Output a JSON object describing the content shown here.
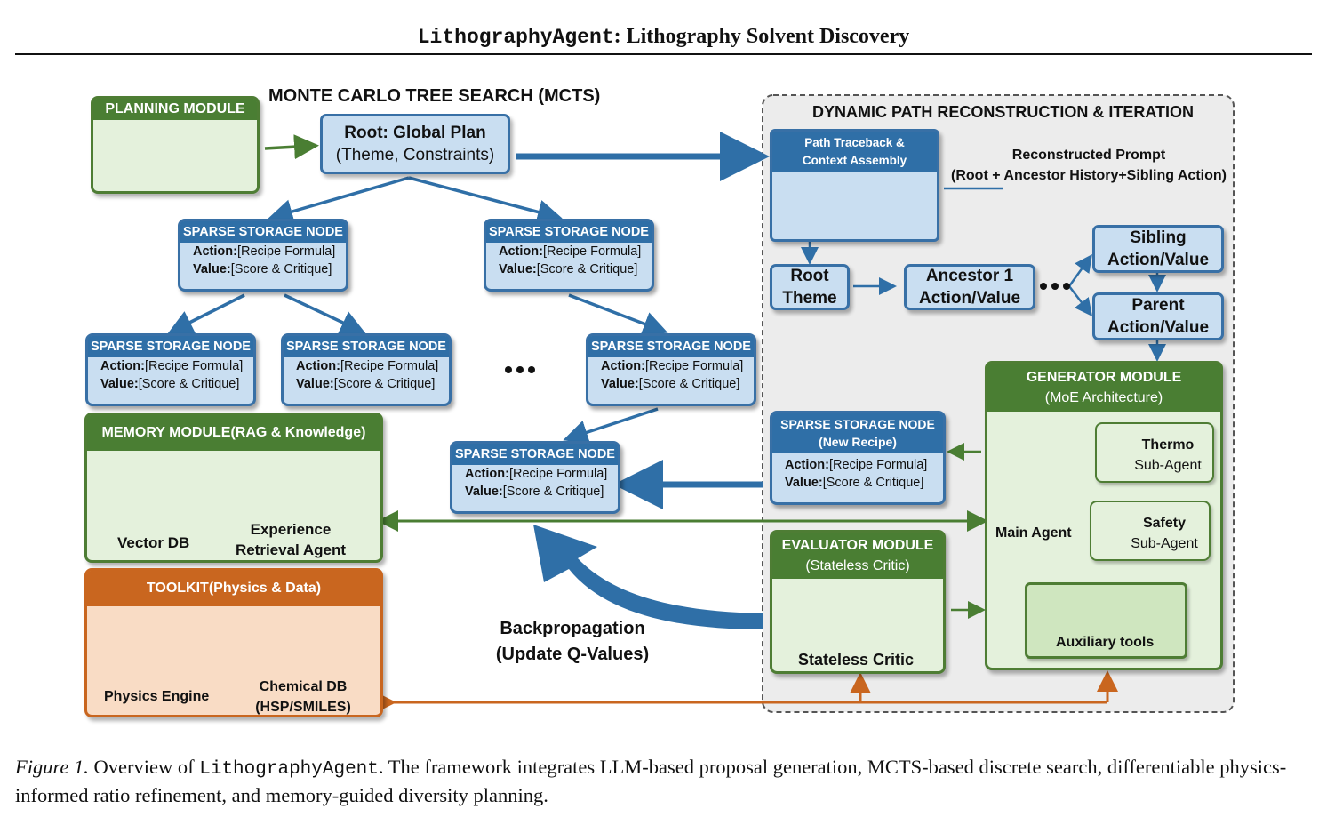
{
  "header": {
    "title_mono": "LithographyAgent",
    "title_rest": ": Lithography Solvent Discovery"
  },
  "planning": {
    "title": "PLANNING MODULE"
  },
  "mcts": {
    "title": "MONTE CARLO TREE SEARCH (MCTS)",
    "root_line1": "Root: Global Plan",
    "root_line2": "(Theme, Constraints)",
    "ellipsis": "•••",
    "backprop_line1": "Backpropagation",
    "backprop_line2": "(Update Q-Values)"
  },
  "sparse_node": {
    "title": "SPARSE STORAGE NODE",
    "action_key": "Action:",
    "action_val": "[Recipe Formula]",
    "value_key": "Value:",
    "value_val": "[Score & Critique]"
  },
  "memory": {
    "title": "MEMORY MODULE(RAG & Knowledge)",
    "vector_db": "Vector DB",
    "agent_line1": "Experience",
    "agent_line2": "Retrieval Agent"
  },
  "toolkit": {
    "title": "TOOLKIT(Physics & Data)",
    "physics": "Physics Engine",
    "chem_line1": "Chemical DB",
    "chem_line2": "(HSP/SMILES)"
  },
  "dynamic": {
    "title": "DYNAMIC PATH RECONSTRUCTION & ITERATION",
    "trace_line1": "Path Traceback &",
    "trace_line2": "Context Assembly",
    "prompt_line1": "Reconstructed Prompt",
    "prompt_line2": "(Root + Ancestor History+Sibling Action)",
    "root_line1": "Root",
    "root_line2": "Theme",
    "ancestor_line1": "Ancestor 1",
    "ancestor_line2": "Action/Value",
    "ellipsis": "•••",
    "sibling_line1": "Sibling",
    "sibling_line2": "Action/Value",
    "parent_line1": "Parent",
    "parent_line2": "Action/Value",
    "new_title1": "SPARSE STORAGE NODE",
    "new_title2": "(New Recipe)"
  },
  "generator": {
    "title": "GENERATOR MODULE",
    "subtitle": "(MoE Architecture)",
    "main_agent": "Main Agent",
    "thermo_line1": "Thermo",
    "thermo_line2": "Sub-Agent",
    "safety_line1": "Safety",
    "safety_line2": "Sub-Agent",
    "aux": "Auxiliary tools"
  },
  "evaluator": {
    "title": "EVALUATOR MODULE",
    "subtitle": "(Stateless Critic)",
    "critic": "Stateless Critic"
  },
  "caption": {
    "label": "Figure 1.",
    "pre": " Overview of ",
    "mono": "LithographyAgent",
    "text": ". The framework integrates LLM-based proposal generation, MCTS-based discrete search, differentiable physics-informed ratio refinement, and memory-guided diversity planning."
  },
  "colors": {
    "blue": "#2f6fa7",
    "green": "#4a7e33",
    "orange": "#c9661f",
    "panel": "#ececec"
  },
  "icons": [
    "flowchart-icon",
    "gear-icon",
    "path-icon",
    "puzzle-icon",
    "database-icon",
    "brain-icon",
    "scroll-icon",
    "cloud-calculator-icon",
    "flask-icon",
    "head-brain-icon",
    "thermometer-icon",
    "shield-check-icon",
    "molecule-icon",
    "function-icon",
    "gavel-icon",
    "document-search-icon"
  ]
}
